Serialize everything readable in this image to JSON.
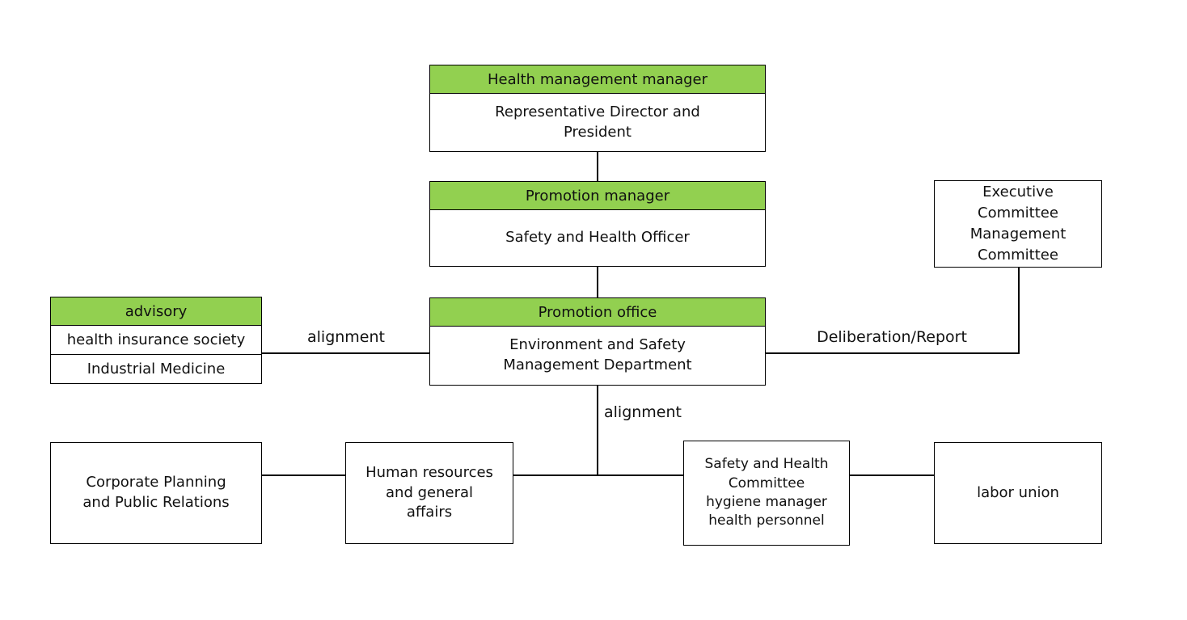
{
  "diagram": {
    "colors": {
      "header_fill": "#92d050",
      "border": "#000000",
      "line": "#000000",
      "background": "#ffffff"
    },
    "boxes": {
      "health_manager": {
        "header": "Health management manager",
        "body": "Representative Director and\nPresident"
      },
      "promotion_manager": {
        "header": "Promotion manager",
        "body": "Safety and Health Officer"
      },
      "executive_committee": {
        "body": "Executive\nCommittee\nManagement\nCommittee"
      },
      "advisory": {
        "header": "advisory",
        "rows": [
          "health insurance society",
          "Industrial Medicine"
        ]
      },
      "promotion_office": {
        "header": "Promotion office",
        "body": "Environment and Safety\nManagement Department"
      },
      "corporate_planning": {
        "body": "Corporate Planning\nand Public Relations"
      },
      "human_resources": {
        "body": "Human resources\nand general\naffairs"
      },
      "safety_health_committee": {
        "body": "Safety and Health\nCommittee\nhygiene manager\nhealth personnel"
      },
      "labor_union": {
        "body": "labor union"
      }
    },
    "edge_labels": {
      "advisory_alignment": "alignment",
      "deliberation_report": "Deliberation/Report",
      "bottom_alignment": "alignment"
    }
  }
}
